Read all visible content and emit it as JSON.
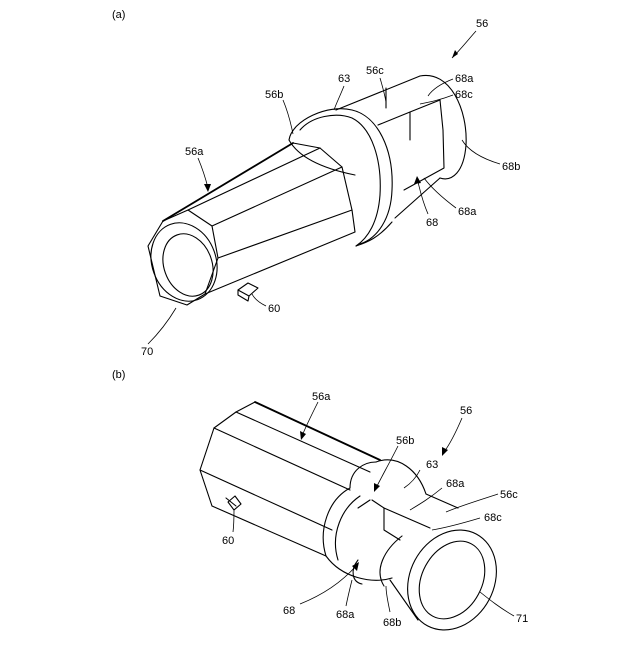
{
  "panels": [
    {
      "id": "a",
      "caption": "(a)",
      "labels": {
        "ref_56": "56",
        "ref_56c": "56c",
        "ref_63": "63",
        "ref_68a_top": "68a",
        "ref_68c": "68c",
        "ref_56b": "56b",
        "ref_68b": "68b",
        "ref_56a": "56a",
        "ref_68a_bottom": "68a",
        "ref_68": "68",
        "ref_60": "60",
        "ref_70": "70"
      }
    },
    {
      "id": "b",
      "caption": "(b)",
      "labels": {
        "ref_56a": "56a",
        "ref_56": "56",
        "ref_56b": "56b",
        "ref_63": "63",
        "ref_68a_top": "68a",
        "ref_56c": "56c",
        "ref_68c": "68c",
        "ref_60": "60",
        "ref_68": "68",
        "ref_68a_bottom": "68a",
        "ref_68b": "68b",
        "ref_71": "71"
      }
    }
  ]
}
